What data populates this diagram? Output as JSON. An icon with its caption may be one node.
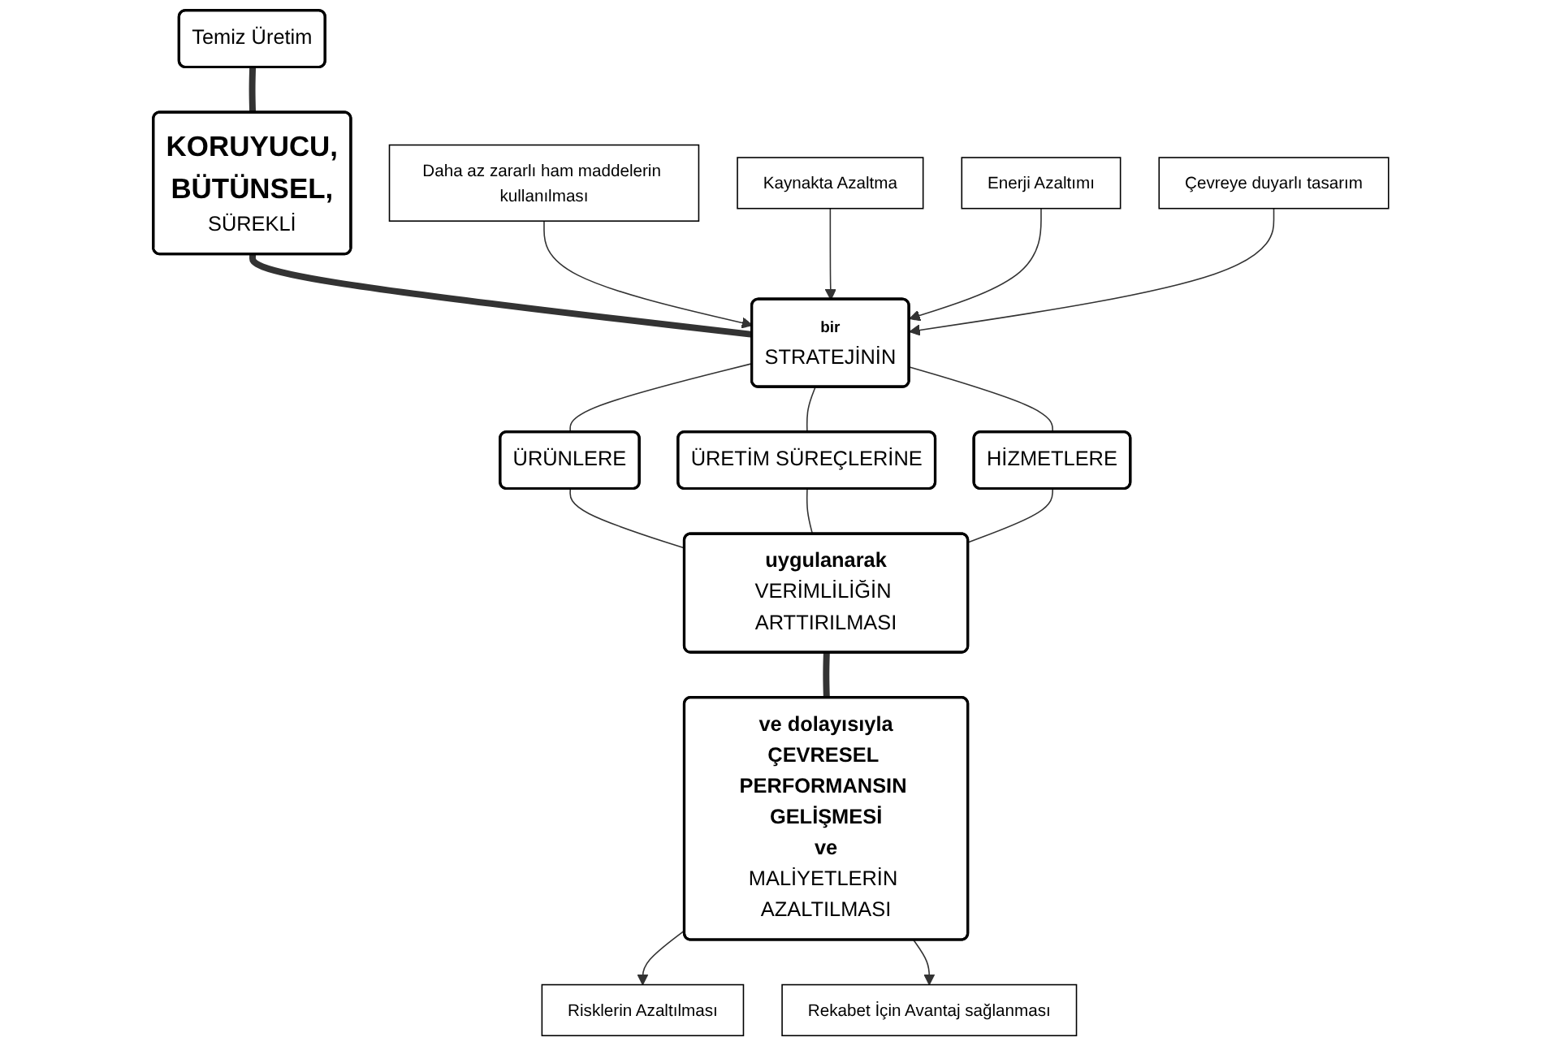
{
  "diagram": {
    "nodes": [
      {
        "text": [
          "Temiz Üretim"
        ]
      },
      {
        "text": [
          "Daha az zararlı ham maddelerin kullanılması"
        ]
      },
      {
        "text": [
          "Enerji Azaltımı"
        ]
      },
      {
        "text": [
          "KORUYUCU,",
          "BÜTÜNSEL,",
          "SÜREKLİ"
        ]
      },
      {
        "text": [
          "Kaynakta Azaltma"
        ]
      },
      {
        "text": [
          "Çevreye duyarlı tasarım"
        ]
      },
      {
        "text": [
          "bir",
          "STRATEJİNİN"
        ]
      },
      {
        "text": [
          "ÜRÜNLERE"
        ]
      },
      {
        "text": [
          "ÜRETİM SÜREÇLERİNE"
        ]
      },
      {
        "text": [
          "HİZMETLERE"
        ]
      },
      {
        "text": [
          "uygulanarak",
          "VERİMLİLİĞİN ARTTIRILMASI"
        ]
      },
      {
        "text": [
          "ve dolayısıyla",
          "ÇEVRESEL PERFORMANSIN GELİŞMESİ",
          "ve",
          "MALİYETLERİN AZALTILMASI"
        ]
      },
      {
        "text": [
          "Risklerin Azaltılması"
        ]
      },
      {
        "text": [
          "Rekabet İçin Avantaj sağlanması"
        ]
      }
    ],
    "edges": [
      {
        "from": 0,
        "to": 3,
        "arrow": "none",
        "style": "thick"
      },
      {
        "from": 3,
        "to": 6,
        "arrow": "none",
        "style": "thick"
      },
      {
        "from": 1,
        "to": 6,
        "arrow": "to"
      },
      {
        "from": 4,
        "to": 6,
        "arrow": "to"
      },
      {
        "from": 2,
        "to": 6,
        "arrow": "to"
      },
      {
        "from": 5,
        "to": 6,
        "arrow": "to"
      },
      {
        "from": 6,
        "to": 7,
        "arrow": "none"
      },
      {
        "from": 6,
        "to": 8,
        "arrow": "none"
      },
      {
        "from": 6,
        "to": 9,
        "arrow": "none"
      },
      {
        "from": 7,
        "to": 10,
        "arrow": "none"
      },
      {
        "from": 8,
        "to": 10,
        "arrow": "none"
      },
      {
        "from": 9,
        "to": 10,
        "arrow": "none"
      },
      {
        "from": 10,
        "to": 11,
        "arrow": "none",
        "style": "thick"
      },
      {
        "from": 11,
        "to": 12,
        "arrow": "to"
      },
      {
        "from": 11,
        "to": 13,
        "arrow": "to"
      }
    ]
  }
}
